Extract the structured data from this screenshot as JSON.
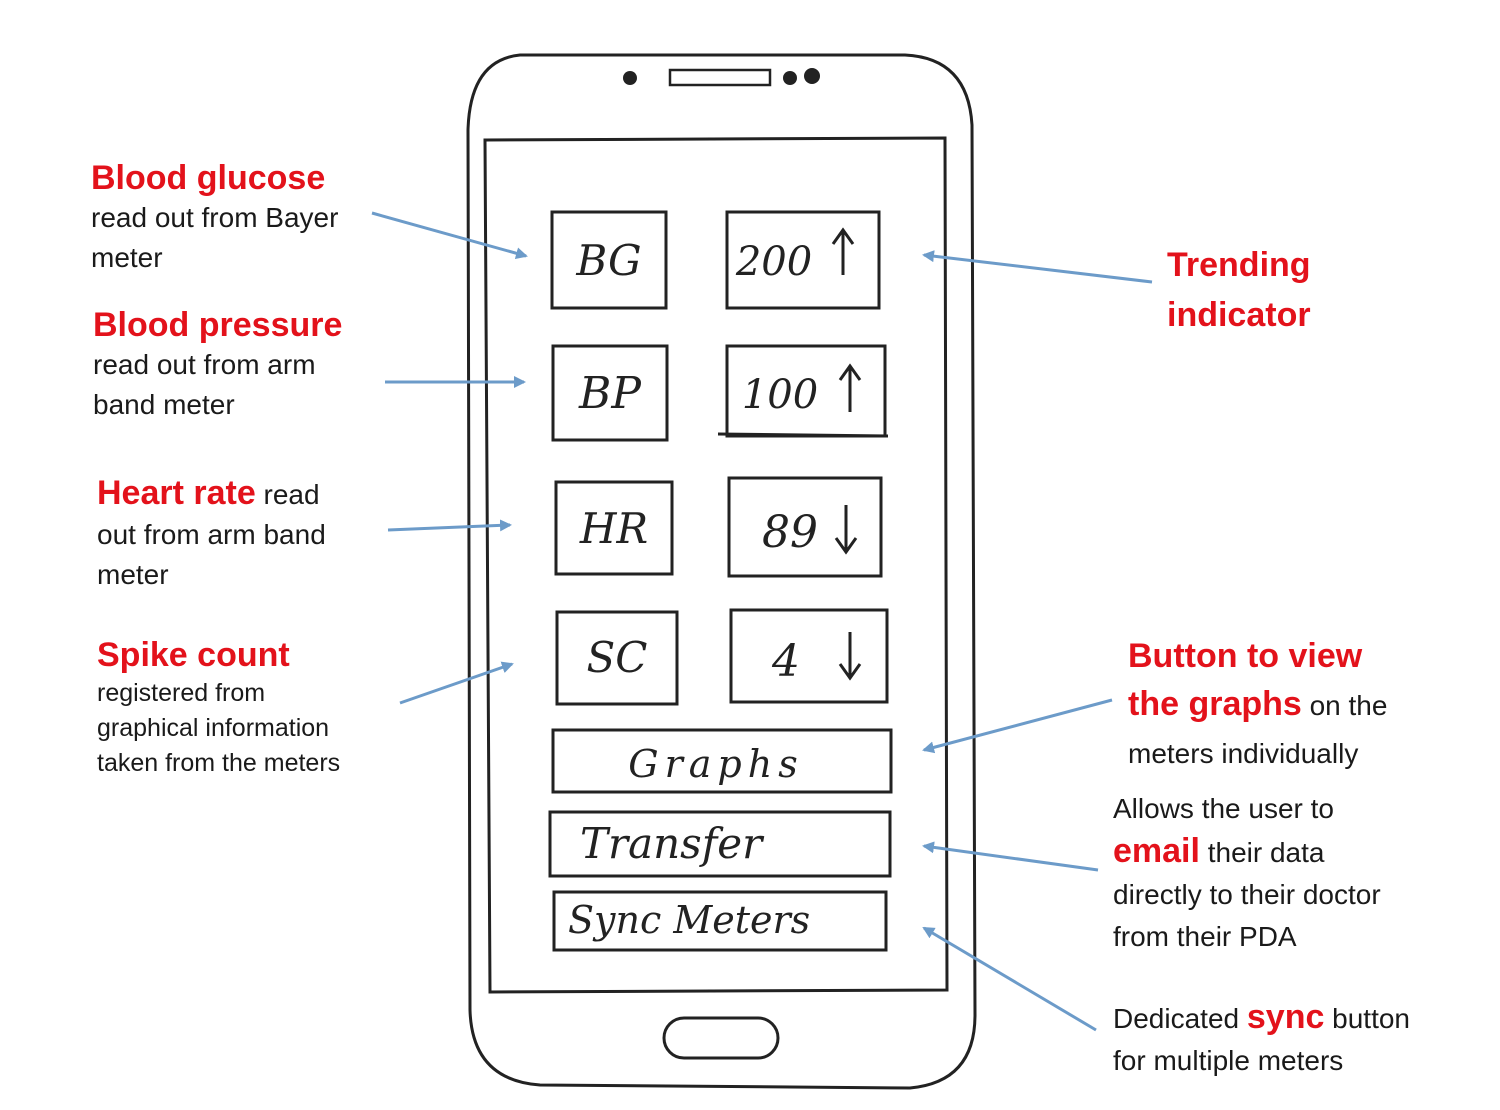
{
  "phone_screen": {
    "rows": [
      {
        "label": "BG",
        "value": "200",
        "trend_icon": "arrow-up-icon"
      },
      {
        "label": "BP",
        "value": "100",
        "trend_icon": "arrow-up-icon"
      },
      {
        "label": "HR",
        "value": "89",
        "trend_icon": "arrow-down-icon"
      },
      {
        "label": "SC",
        "value": "4",
        "trend_icon": "arrow-down-icon"
      }
    ],
    "buttons": {
      "graphs": "Graphs",
      "transfer": "Transfer",
      "sync_meters": "Sync Meters"
    }
  },
  "annotations": {
    "blood_glucose": {
      "title": "Blood glucose",
      "line1": "read out from Bayer",
      "line2": "meter"
    },
    "blood_pressure": {
      "title": "Blood pressure",
      "line1": "read out from arm",
      "line2": "band meter"
    },
    "heart_rate": {
      "title": "Heart rate",
      "title_suffix": " read",
      "line1": "out from arm band",
      "line2": "meter"
    },
    "spike_count": {
      "title": "Spike count",
      "line1": "registered from",
      "line2": "graphical information",
      "line3": "taken from the meters"
    },
    "trending": {
      "line1": "Trending",
      "line2": "indicator"
    },
    "graphs": {
      "title1": "Button to view",
      "title2": "the graphs",
      "suffix": " on the",
      "line3": "meters individually"
    },
    "email": {
      "line1": "Allows the user to",
      "highlight": "email",
      "suffix": " their data",
      "line3": "directly to their doctor",
      "line4": "from their PDA"
    },
    "sync": {
      "prefix": "Dedicated ",
      "highlight": "sync",
      "suffix": " button",
      "line2": "for multiple meters"
    }
  },
  "colors": {
    "highlight": "#e3121b",
    "arrow": "#6c9bc9",
    "ink": "#222222"
  }
}
